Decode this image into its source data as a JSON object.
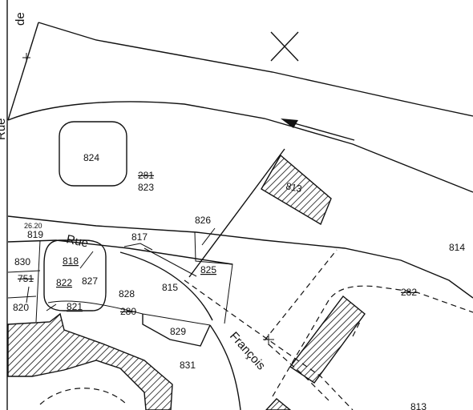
{
  "parcels": {
    "p824": "824",
    "p823": "823",
    "p281": "281",
    "p813_hatched": "813",
    "p826": "826",
    "p817": "817",
    "p819": "819",
    "p819_elev": "26.20",
    "p830": "830",
    "p818": "818",
    "p827": "827",
    "p822": "822",
    "p751": "751",
    "p820": "820",
    "p821": "821",
    "p828": "828",
    "p815": "815",
    "p825": "825",
    "p280": "280",
    "p829": "829",
    "p831": "831",
    "p814": "814",
    "p282": "282",
    "p813_bottom": "813"
  },
  "streets": {
    "rue": "Rue",
    "francois": "François",
    "de": "de",
    "rue_edge": "Rue"
  },
  "colors": {
    "ink": "#111111",
    "paper": "#ffffff"
  }
}
